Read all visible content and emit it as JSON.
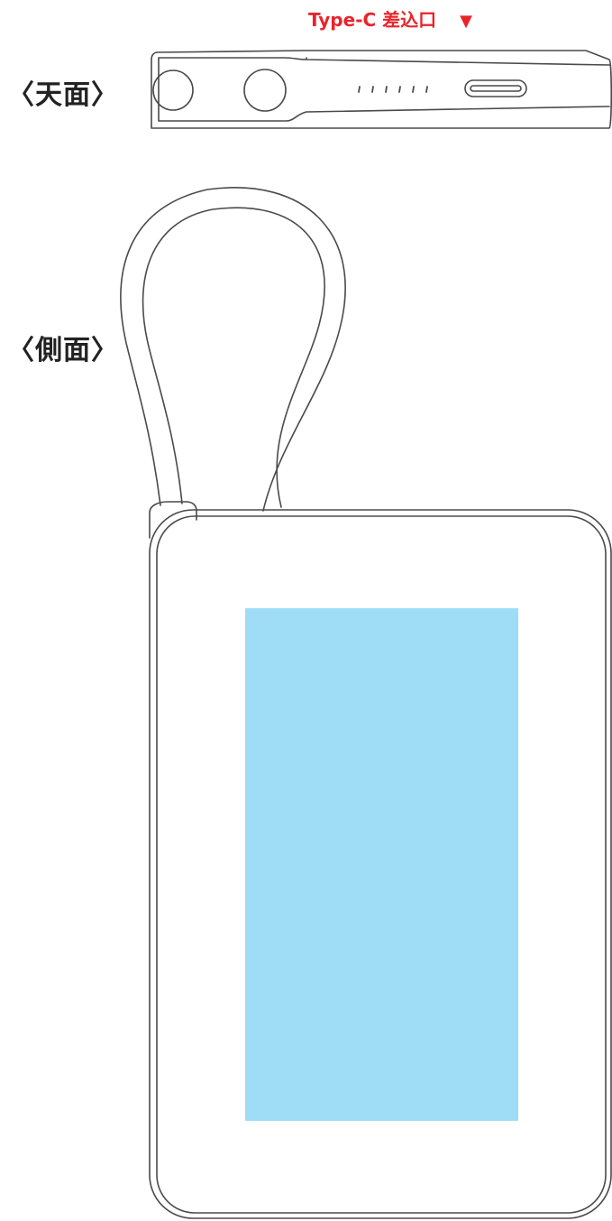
{
  "callout": {
    "text": "Type-C 差込口",
    "arrow": "▼",
    "color": "#e8242b"
  },
  "views": {
    "top_label": "〈天面〉",
    "side_label": "〈側面〉"
  },
  "colors": {
    "outline": "#4a4a4a",
    "print_area": "#9fdcf6",
    "label_text": "#222222"
  },
  "top_view": {
    "led_count": 6,
    "icons": [
      "left-button-icon",
      "right-button-icon",
      "led-dot-icon",
      "usb-c-port-icon"
    ]
  }
}
